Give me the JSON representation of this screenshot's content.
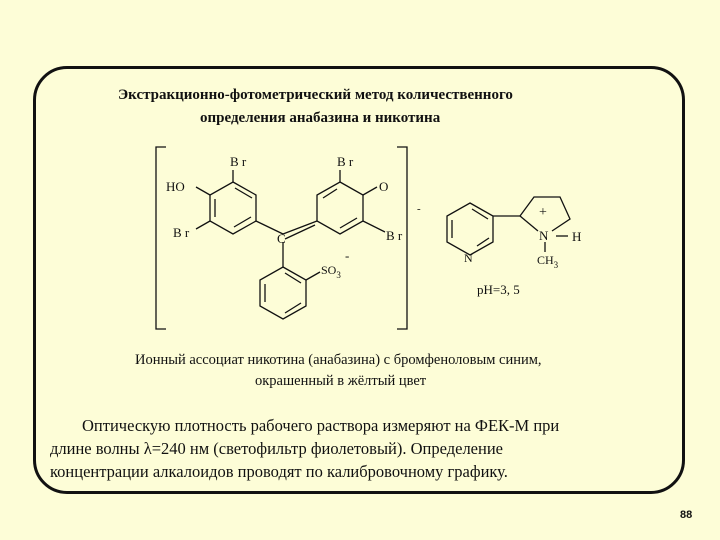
{
  "slide": {
    "title_line1": "Экстракционно-фотометрический метод количественного",
    "title_line2": "определения анабазина и никотина",
    "caption_line1": "Ионный ассоциат никотина (анабазина) с бромфеноловым синим,",
    "caption_line2": "окрашенный в жёлтый цвет",
    "body_line1": "Оптическую плотность рабочего раствора измеряют на ФЕК-М при",
    "body_line2": "длине волны λ=240 нм (светофильтр фиолетовый). Определение",
    "body_line3": "концентрации алкалоидов проводят по калибровочному графику.",
    "page_number": "88"
  },
  "diagram": {
    "label_ho": "HO",
    "label_br_top_left": "B r",
    "label_br_bottom_left": "B r",
    "label_br_top_right": "B r",
    "label_br_bottom_right": "B r",
    "label_o": "O",
    "label_c": "C",
    "label_so3": "SO",
    "label_so3_sub": "3",
    "label_minus_so3": "-",
    "label_minus_bracket": "-",
    "label_plus": "+",
    "label_n_pyrrolidine": "N",
    "label_h": "H",
    "label_ch3": "CH",
    "label_ch3_sub": "3",
    "label_n_pyridine": "N",
    "label_ph": "pH=3, 5"
  }
}
